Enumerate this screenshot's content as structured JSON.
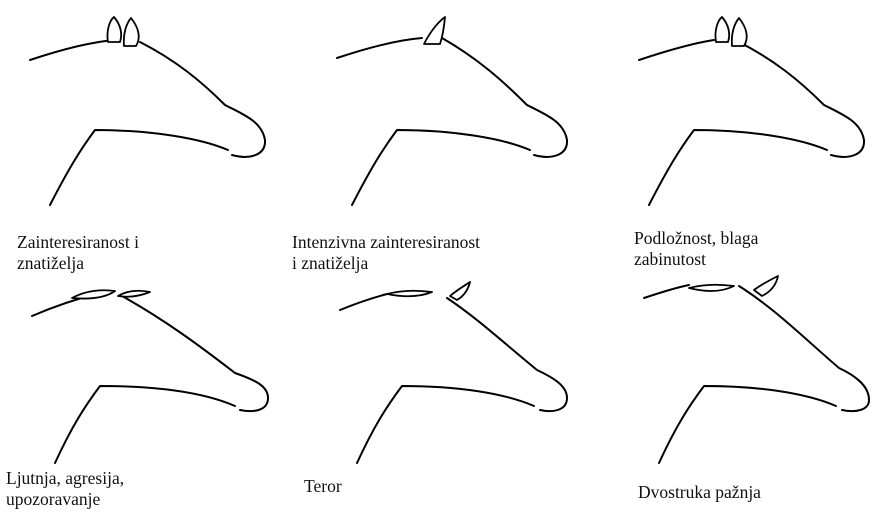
{
  "panels": [
    {
      "id": "p1",
      "ears": "forward-upright",
      "caption": [
        "Zainteresiranost i",
        "znatiželja"
      ]
    },
    {
      "id": "p2",
      "ears": "forward-pricked",
      "caption": [
        "Intenzivna zainteresiranost",
        "i znatiželja"
      ]
    },
    {
      "id": "p3",
      "ears": "forward-upright",
      "caption": [
        "Podložnost, blaga",
        "zabinutost"
      ]
    },
    {
      "id": "p4",
      "ears": "pinned-back",
      "caption": [
        "Ljutnja, agresija,",
        "upozoravanje"
      ]
    },
    {
      "id": "p5",
      "ears": "one-back-one-forward",
      "caption": [
        "Teror"
      ]
    },
    {
      "id": "p6",
      "ears": "one-back-one-forward",
      "caption": [
        "Dvostruka pažnja"
      ]
    }
  ]
}
